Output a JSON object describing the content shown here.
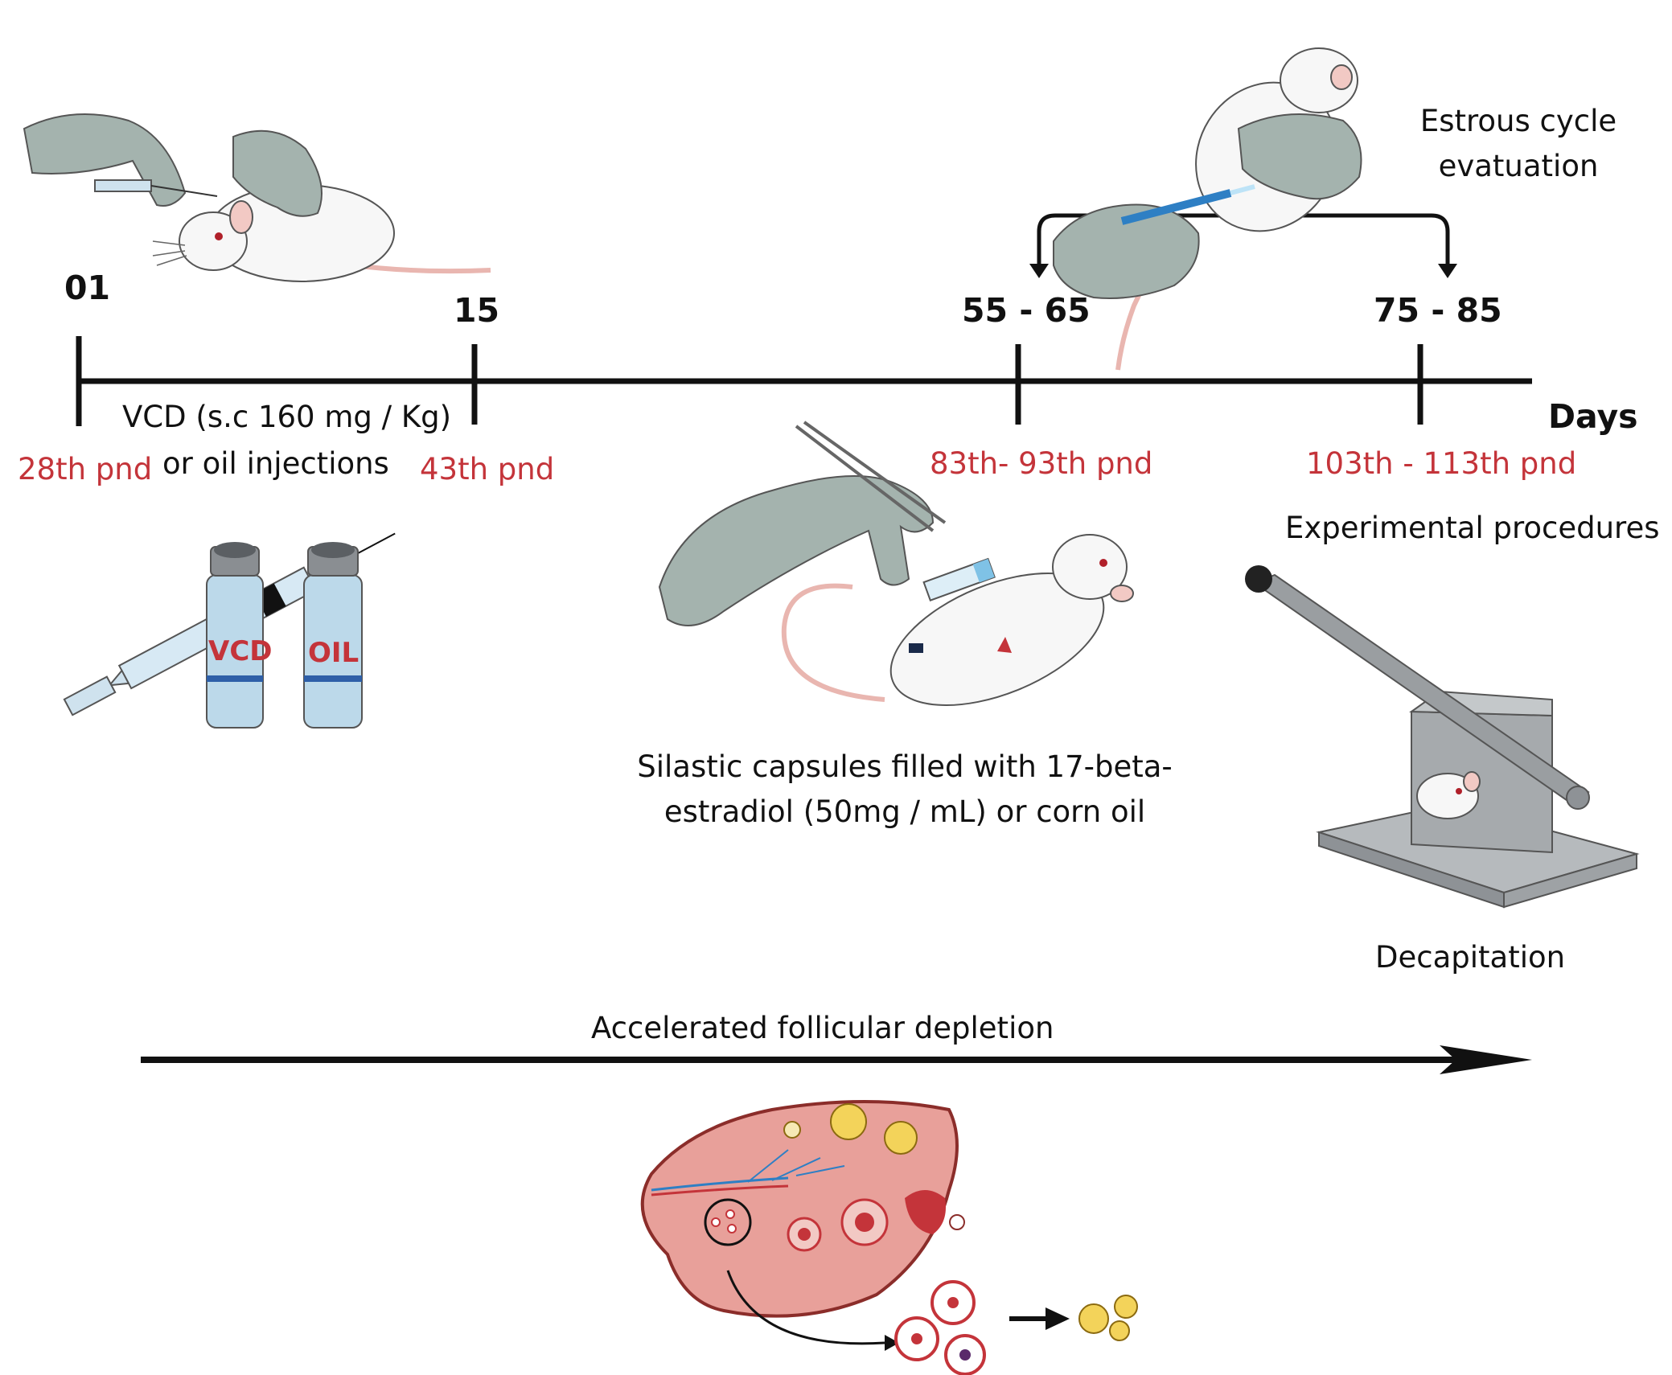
{
  "timeline": {
    "day_labels": [
      "01",
      "15",
      "55 - 65",
      "75 - 85"
    ],
    "axis_unit": "Days",
    "pnd_labels": [
      "28th pnd",
      "43th pnd",
      "83th- 93th pnd",
      "103th - 113th pnd"
    ]
  },
  "annotations": {
    "vcd_line1": "VCD (s.c 160 mg / Kg)",
    "vcd_line2": "or oil injections",
    "capsules": "Silastic capsules filled with 17-beta-estradiol (50mg / mL) or corn oil",
    "estrous_line1": "Estrous cycle",
    "estrous_line2": "evatuation",
    "experimental": "Experimental procedures",
    "decapitation": "Decapitation",
    "depletion": "Accelerated follicular depletion"
  },
  "vials": {
    "left": "VCD",
    "right": "OIL"
  },
  "colors": {
    "timeline": "#111111",
    "pnd_red": "#c4343a",
    "glove": "#a4b3ae",
    "ovary": "#e8a09a",
    "vial_glass": "#bcd9ea",
    "vial_band": "#2e5fa8"
  },
  "icons": [
    "gloved-hands-injecting-rat-icon",
    "vial-pair-and-syringe-icon",
    "capsule-implant-rat-icon",
    "vaginal-smear-rat-icon",
    "guillotine-icon",
    "ovary-follicles-icon"
  ]
}
